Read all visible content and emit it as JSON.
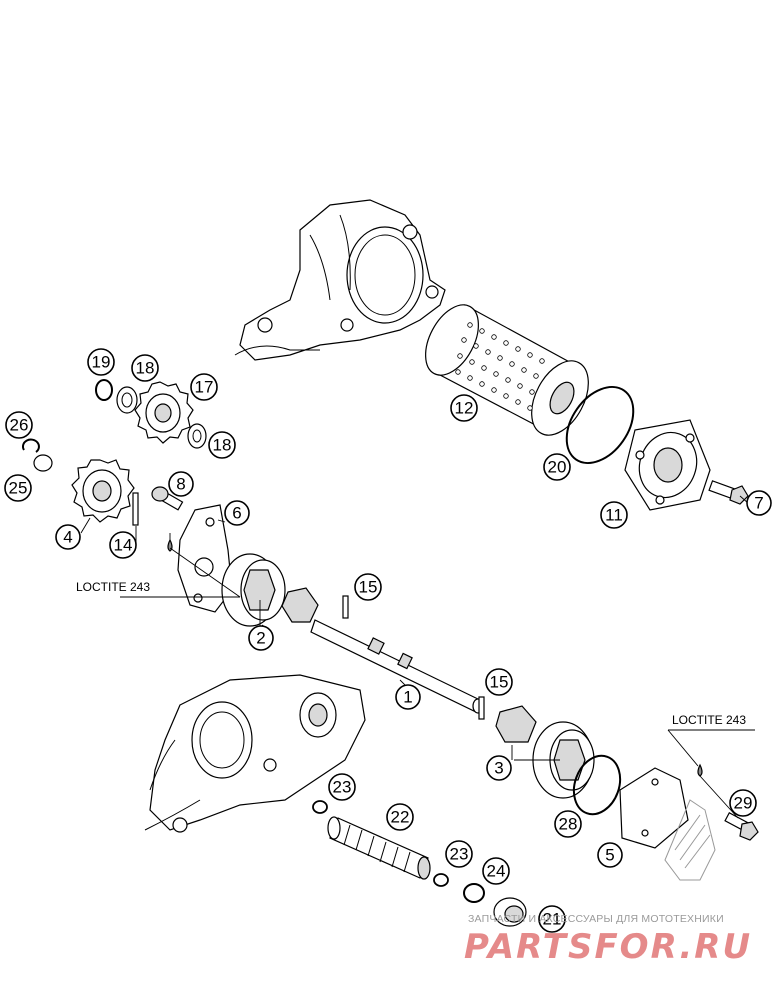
{
  "callouts": [
    {
      "id": "c1",
      "label": "1"
    },
    {
      "id": "c2",
      "label": "2"
    },
    {
      "id": "c3",
      "label": "3"
    },
    {
      "id": "c4",
      "label": "4"
    },
    {
      "id": "c5",
      "label": "5"
    },
    {
      "id": "c6",
      "label": "6"
    },
    {
      "id": "c7",
      "label": "7"
    },
    {
      "id": "c8",
      "label": "8"
    },
    {
      "id": "c11",
      "label": "11"
    },
    {
      "id": "c12",
      "label": "12"
    },
    {
      "id": "c14",
      "label": "14"
    },
    {
      "id": "c15a",
      "label": "15"
    },
    {
      "id": "c15b",
      "label": "15"
    },
    {
      "id": "c17",
      "label": "17"
    },
    {
      "id": "c18a",
      "label": "18"
    },
    {
      "id": "c18b",
      "label": "18"
    },
    {
      "id": "c19",
      "label": "19"
    },
    {
      "id": "c20",
      "label": "20"
    },
    {
      "id": "c21",
      "label": "21"
    },
    {
      "id": "c22",
      "label": "22"
    },
    {
      "id": "c23a",
      "label": "23"
    },
    {
      "id": "c23b",
      "label": "23"
    },
    {
      "id": "c24",
      "label": "24"
    },
    {
      "id": "c25",
      "label": "25"
    },
    {
      "id": "c26",
      "label": "26"
    },
    {
      "id": "c28",
      "label": "28"
    },
    {
      "id": "c29",
      "label": "29"
    }
  ],
  "notes": {
    "loctite_left": "LOCTITE 243",
    "loctite_right": "LOCTITE 243"
  },
  "watermark": {
    "tagline": "ЗАПЧАСТИ И АКСЕССУАРЫ ДЛЯ МОТОТЕХНИКИ",
    "brand": "PARTSFOR.RU"
  },
  "colors": {
    "line": "#000000",
    "watermark_brand": "#e58a8a",
    "watermark_tagline": "#9a9a9a"
  }
}
